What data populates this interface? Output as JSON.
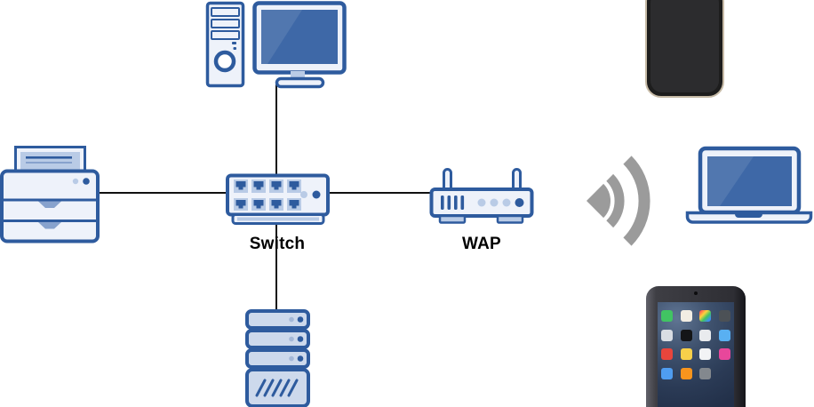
{
  "diagram": {
    "switch_label": "Switch",
    "wap_label": "WAP"
  },
  "colors": {
    "outline": "#2e5b9e",
    "fill_light": "#eef2fa",
    "fill_mid": "#b9cbe6",
    "fill_accent": "#87a2cd",
    "screen_dark": "#3e68a7",
    "screen_light": "#5177af",
    "server_fill": "#cdd9ec",
    "server_dot_light": "#a4b8d8",
    "wifi": "#9b9b9b",
    "connector": "#111111",
    "label_text": "#000000",
    "phone_frame": "#c6baa6",
    "phone_body": "#1d1d1d",
    "phone_screen": "#2c2c2e",
    "tablet_camera": "#0c0c0e"
  },
  "tablet": {
    "body_gradient": "linear-gradient(90deg,#62626a,#3e3e44 10%,#2e2e34 88%,#15151a)",
    "screen_gradient": "radial-gradient(130% 90% at 25% 15%, #607593 0%, #3e516d 35%, #2b3b56 70%, #223049 100%)",
    "app_icon_colors": [
      "#41c463",
      "#f2ede3",
      "linear-gradient(135deg,#ff5f52 10%,#ffd23c 35%,#41c463 60%,#3f8ef0 85%)",
      "#4c5156",
      "#d9dde3",
      "#141517",
      "#e9ebee",
      "#59b0f2",
      "#e8453c",
      "#f8d04a",
      "#f2f3f5",
      "#e8479b",
      "#4f9df0",
      "#f7941d",
      "#83888e"
    ]
  }
}
